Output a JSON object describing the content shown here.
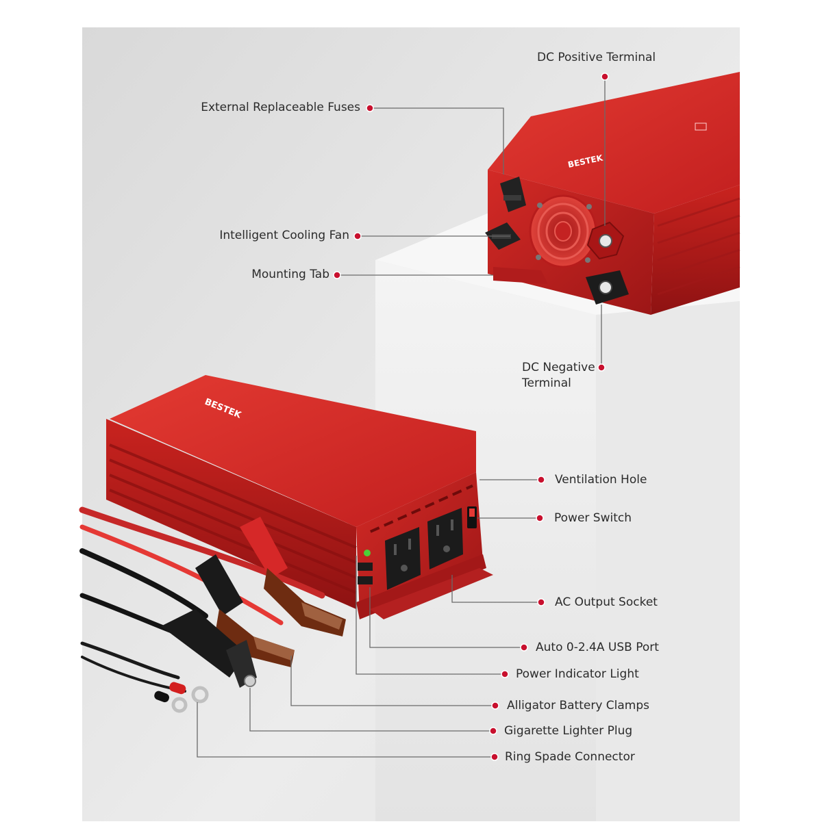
{
  "product": {
    "brand": "BESTEK",
    "colors": {
      "body": "#d42a2a",
      "body_dark": "#8f1414",
      "rib": "#b81f1f",
      "marker": "#c8102e",
      "leader": "#6a6a6a"
    }
  },
  "callouts": [
    {
      "id": "dc-positive-terminal",
      "label": "DC Positive Terminal"
    },
    {
      "id": "external-replaceable-fuses",
      "label": "External Replaceable Fuses"
    },
    {
      "id": "intelligent-cooling-fan",
      "label": "Intelligent Cooling Fan"
    },
    {
      "id": "mounting-tab",
      "label": "Mounting Tab"
    },
    {
      "id": "dc-negative-terminal",
      "label": "DC Negative\nTerminal"
    },
    {
      "id": "ventilation-hole",
      "label": "Ventilation Hole"
    },
    {
      "id": "power-switch",
      "label": "Power Switch"
    },
    {
      "id": "ac-output-socket",
      "label": "AC Output Socket"
    },
    {
      "id": "usb-port",
      "label": "Auto 0-2.4A USB Port"
    },
    {
      "id": "power-indicator-light",
      "label": "Power Indicator Light"
    },
    {
      "id": "alligator-battery-clamps",
      "label": "Alligator Battery Clamps"
    },
    {
      "id": "cigarette-lighter-plug",
      "label": "Gigarette Lighter Plug"
    },
    {
      "id": "ring-spade-connector",
      "label": "Ring Spade Connector"
    }
  ]
}
